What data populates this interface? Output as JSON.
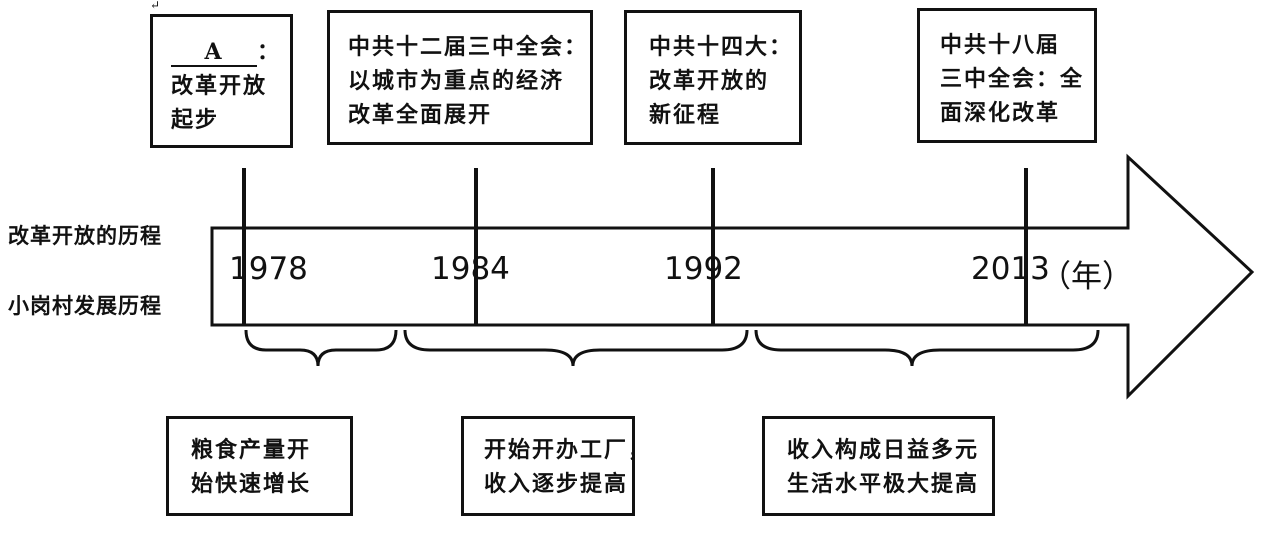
{
  "corner_mark": "↵",
  "row_labels": {
    "reform_process": "改革开放的历程",
    "xiaogang_process": "小岗村发展历程"
  },
  "years": [
    "1978",
    "1984",
    "1992",
    "2013"
  ],
  "year_unit": "（年）",
  "top_boxes": [
    {
      "blank": "A",
      "colon": "：",
      "lines": [
        "改革开放",
        "起步"
      ]
    },
    {
      "lines": [
        "中共十二届三中全会：",
        "以城市为重点的经济",
        "改革全面展开"
      ]
    },
    {
      "lines": [
        "中共十四大：",
        "改革开放的",
        "新征程"
      ]
    },
    {
      "lines": [
        "中共十八届",
        "三中全会：全",
        "面深化改革"
      ]
    }
  ],
  "bottom_boxes": [
    {
      "lines": [
        "粮食产量开",
        "始快速增长"
      ]
    },
    {
      "lines": [
        "开始开办工厂，",
        "收入逐步提高"
      ]
    },
    {
      "lines": [
        "收入构成日益多元",
        "生活水平极大提高"
      ]
    }
  ]
}
